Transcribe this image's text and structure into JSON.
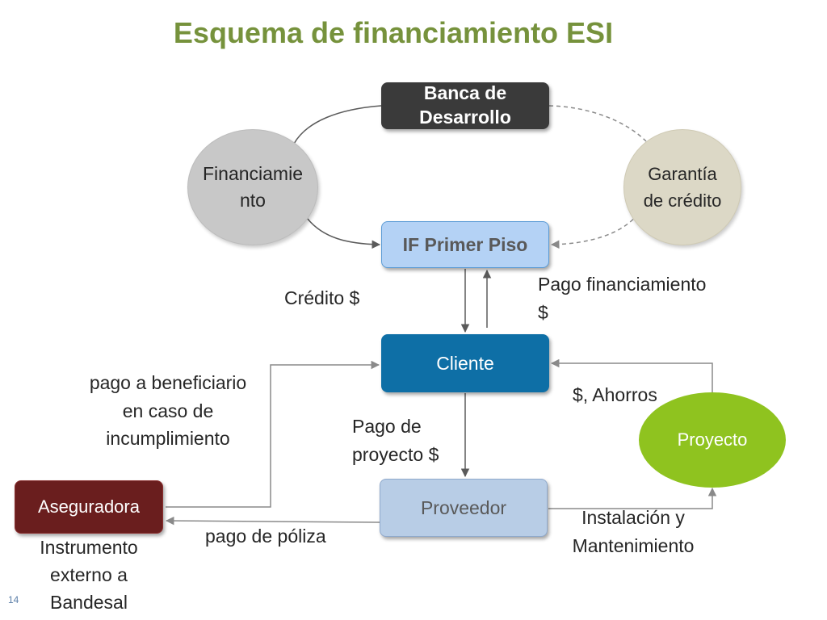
{
  "title": "Esquema de financiamiento ESI",
  "nodes": {
    "banca": "Banca de\nDesarrollo",
    "financiamiento": "Financiamie\nnto",
    "garantia": "Garantía\nde crédito",
    "if_primer_piso": "IF Primer Piso",
    "cliente": "Cliente",
    "proveedor": "Proveedor",
    "aseguradora": "Aseguradora",
    "proyecto": "Proyecto"
  },
  "labels": {
    "credito": "Crédito $",
    "pago_financiamiento": "Pago financiamiento\n$",
    "pago_beneficiario": "pago a beneficiario\nen caso de\nincumplimiento",
    "ahorros": "$, Ahorros",
    "pago_proyecto": "Pago de\nproyecto $",
    "instalacion": "Instalación y\nMantenimiento",
    "pago_poliza": "pago de póliza",
    "instrumento": "Instrumento\nexterno a\nBandesal"
  },
  "slide_number": "14",
  "colors": {
    "title": "#76923c",
    "banca": "#3a3a3a",
    "if_primer_piso": "#b4d2f5",
    "cliente": "#0e6fa6",
    "proveedor": "#b8cde6",
    "aseguradora": "#6a1e1e",
    "financiamiento": "#c8c8c8",
    "garantia": "#dcd8c6",
    "proyecto": "#8fc31f",
    "connector": "#7f7f7f"
  }
}
